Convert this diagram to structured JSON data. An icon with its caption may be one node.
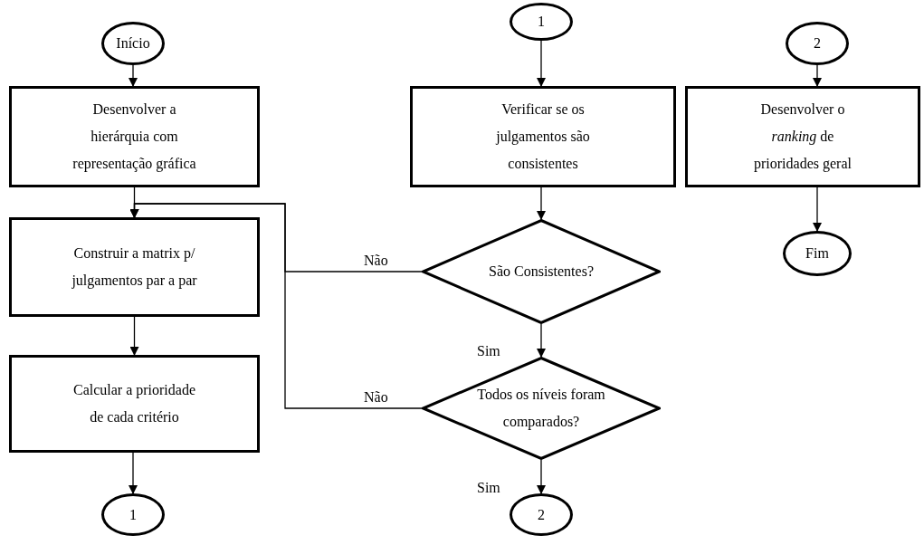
{
  "diagram": {
    "nodes": [
      {
        "text": [
          "Início"
        ]
      },
      {
        "text": [
          "Desenvolver a hierárquia com representação gráfica"
        ]
      },
      {
        "text": [
          "Construir a matrix  p/ julgamentos par a par"
        ]
      },
      {
        "text": [
          "Calcular  a prioridade de cada critério"
        ]
      },
      {
        "text": [
          "1"
        ]
      },
      {
        "text": [
          "1"
        ]
      },
      {
        "text": [
          "Verificar   se os julgamentos são consistentes"
        ]
      },
      {
        "text": [
          "São Consistentes?"
        ]
      },
      {
        "text": [
          "Todos os níveis foram  comparados?"
        ]
      },
      {
        "text": [
          "2"
        ]
      },
      {
        "text": [
          "2"
        ]
      },
      {
        "text": [
          "Desenvolver o *ranking* de prioridades geral"
        ]
      },
      {
        "text": [
          "Fim"
        ]
      }
    ],
    "edges": [
      {
        "from": 0,
        "to": 1,
        "arrow": "to"
      },
      {
        "from": 1,
        "to": 2,
        "arrow": "to"
      },
      {
        "from": 2,
        "to": 3,
        "arrow": "to"
      },
      {
        "from": 3,
        "to": 4,
        "arrow": "to"
      },
      {
        "from": 5,
        "to": 6,
        "arrow": "to"
      },
      {
        "from": 6,
        "to": 7,
        "arrow": "to"
      },
      {
        "from": 7,
        "to": 8,
        "arrow": "to",
        "label": "Sim"
      },
      {
        "from": 8,
        "to": 9,
        "arrow": "to",
        "label": "Sim"
      },
      {
        "from": 7,
        "to": 2,
        "arrow": "to",
        "label": "Não"
      },
      {
        "from": 8,
        "to": 2,
        "arrow": "to",
        "label": "Não"
      },
      {
        "from": 10,
        "to": 11,
        "arrow": "to"
      },
      {
        "from": 11,
        "to": 12,
        "arrow": "to"
      }
    ]
  }
}
